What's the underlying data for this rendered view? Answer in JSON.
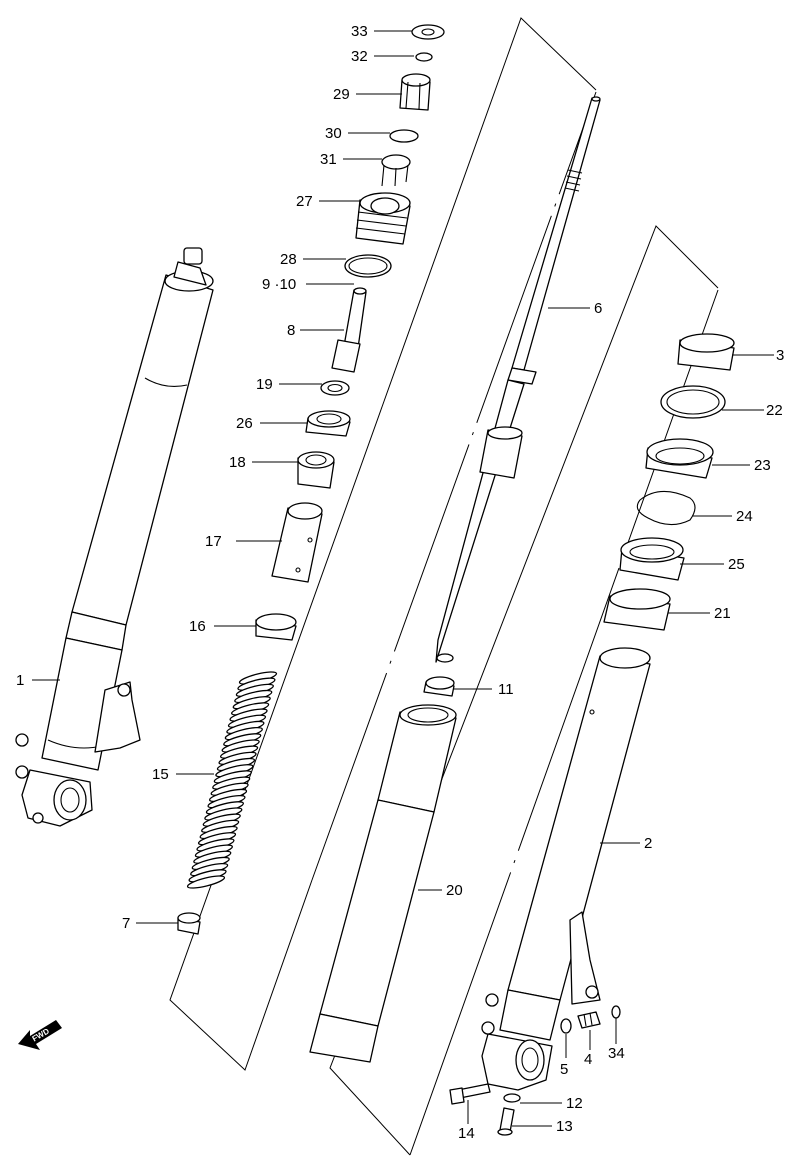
{
  "labels": {
    "p1": "1",
    "p2": "2",
    "p3": "3",
    "p4": "4",
    "p5": "5",
    "p6": "6",
    "p7": "7",
    "p8": "8",
    "p9_10": "9 ·10",
    "p11": "11",
    "p12": "12",
    "p13": "13",
    "p14": "14",
    "p15": "15",
    "p16": "16",
    "p17": "17",
    "p18": "18",
    "p19": "19",
    "p20": "20",
    "p21": "21",
    "p22": "22",
    "p23": "23",
    "p24": "24",
    "p25": "25",
    "p26": "26",
    "p27": "27",
    "p28": "28",
    "p29": "29",
    "p30": "30",
    "p31": "31",
    "p32": "32",
    "p33": "33",
    "p34": "34"
  },
  "fwd_label": "FWD"
}
